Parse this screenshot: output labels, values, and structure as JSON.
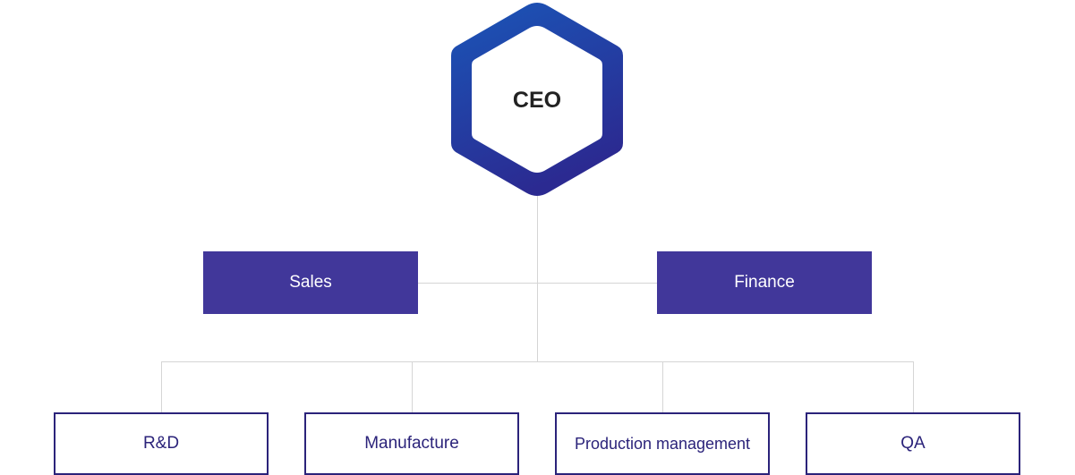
{
  "org_chart": {
    "ceo": {
      "label": "CEO"
    },
    "staff": [
      {
        "label": "Sales"
      },
      {
        "label": "Finance"
      }
    ],
    "departments": [
      {
        "label": "R&D"
      },
      {
        "label": "Manufacture"
      },
      {
        "label": "Production management"
      },
      {
        "label": "QA"
      }
    ]
  },
  "colors": {
    "hexagon_gradient_start": "#1a56b8",
    "hexagon_gradient_end": "#2b2a91",
    "filled_box": "#41379a",
    "outline_box_border": "#2b237a",
    "outline_box_text": "#2b237a",
    "connector": "#d5d5d5",
    "ceo_text": "#222222"
  }
}
